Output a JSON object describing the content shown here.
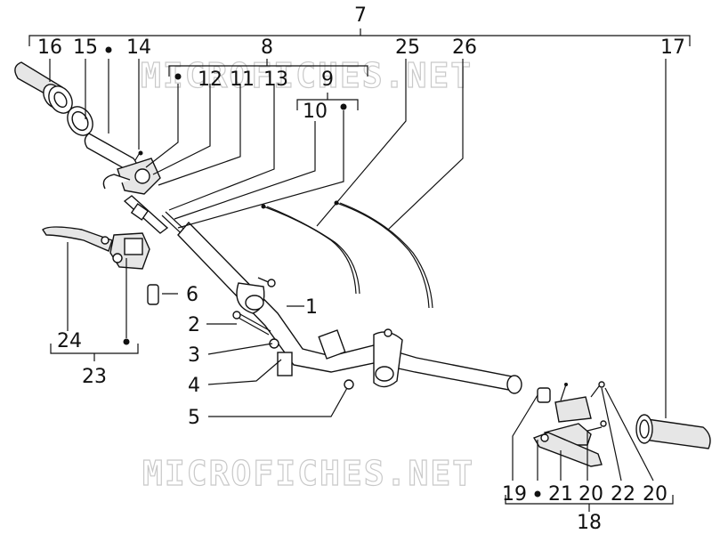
{
  "watermark": "MICROFICHES.NET",
  "callouts": [
    {
      "id": "c7",
      "text": "7"
    },
    {
      "id": "c16",
      "text": "16"
    },
    {
      "id": "c15",
      "text": "15"
    },
    {
      "id": "c14",
      "text": "14"
    },
    {
      "id": "c8",
      "text": "8"
    },
    {
      "id": "c25",
      "text": "25"
    },
    {
      "id": "c26",
      "text": "26"
    },
    {
      "id": "c17",
      "text": "17"
    },
    {
      "id": "c12",
      "text": "12"
    },
    {
      "id": "c11",
      "text": "11"
    },
    {
      "id": "c13",
      "text": "13"
    },
    {
      "id": "c9",
      "text": "9"
    },
    {
      "id": "c10",
      "text": "10"
    },
    {
      "id": "c6",
      "text": "6"
    },
    {
      "id": "c1",
      "text": "1"
    },
    {
      "id": "c2",
      "text": "2"
    },
    {
      "id": "c24",
      "text": "24"
    },
    {
      "id": "c3",
      "text": "3"
    },
    {
      "id": "c23",
      "text": "23"
    },
    {
      "id": "c4",
      "text": "4"
    },
    {
      "id": "c5",
      "text": "5"
    },
    {
      "id": "c19",
      "text": "19"
    },
    {
      "id": "c21",
      "text": "21"
    },
    {
      "id": "c20a",
      "text": "20"
    },
    {
      "id": "c22",
      "text": "22"
    },
    {
      "id": "c20b",
      "text": "20"
    },
    {
      "id": "c18",
      "text": "18"
    }
  ]
}
